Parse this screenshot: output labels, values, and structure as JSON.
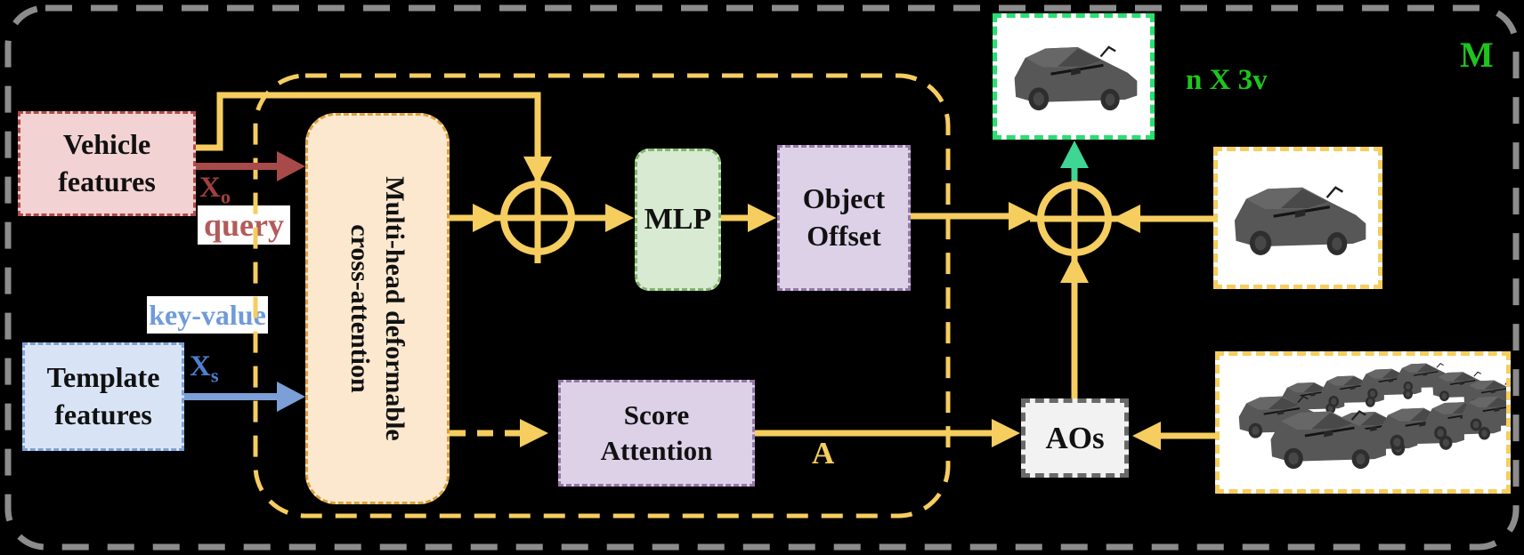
{
  "figure": {
    "outer_label_m": "M",
    "vertices_label": "n X 3v",
    "attention_matrix_label": "A"
  },
  "boxes": {
    "vehicle_features": {
      "line1": "Vehicle",
      "line2": "features"
    },
    "template_features": {
      "line1": "Template",
      "line2": "features"
    },
    "cross_attention": {
      "line1": "Multi-head deformable",
      "line2": "cross-attention"
    },
    "mlp": {
      "label": "MLP"
    },
    "object_offset": {
      "line1": "Object",
      "line2": "Offset"
    },
    "score_attention": {
      "line1": "Score",
      "line2": "Attention"
    },
    "aos": {
      "label": "AOs"
    }
  },
  "edge_labels": {
    "xo": {
      "base": "X",
      "sub": "o"
    },
    "xs": {
      "base": "X",
      "sub": "s"
    },
    "query": "query",
    "key_value": "key-value"
  },
  "images": {
    "output_mesh": "deformed-vehicle-mesh-render",
    "mean_template": "mean-vehicle-template-render",
    "anchor_templates": "anchor-vehicle-templates-render"
  },
  "colors": {
    "background": "#000000",
    "frame_gray": "#8C8C8C",
    "accent_yellow": "#F6CD5F",
    "dark_red": "#A84A4A",
    "blue": "#7B9FD6",
    "mint_green": "#3FD592",
    "bright_green": "#1EC51E",
    "pink_fill": "#F2D2D2",
    "blue_fill": "#D8E4F6",
    "peach_fill": "#FCE8CE",
    "green_fill": "#D8EAD2",
    "purple_fill": "#DDD1E8",
    "gray_fill": "#F2F2F2"
  }
}
